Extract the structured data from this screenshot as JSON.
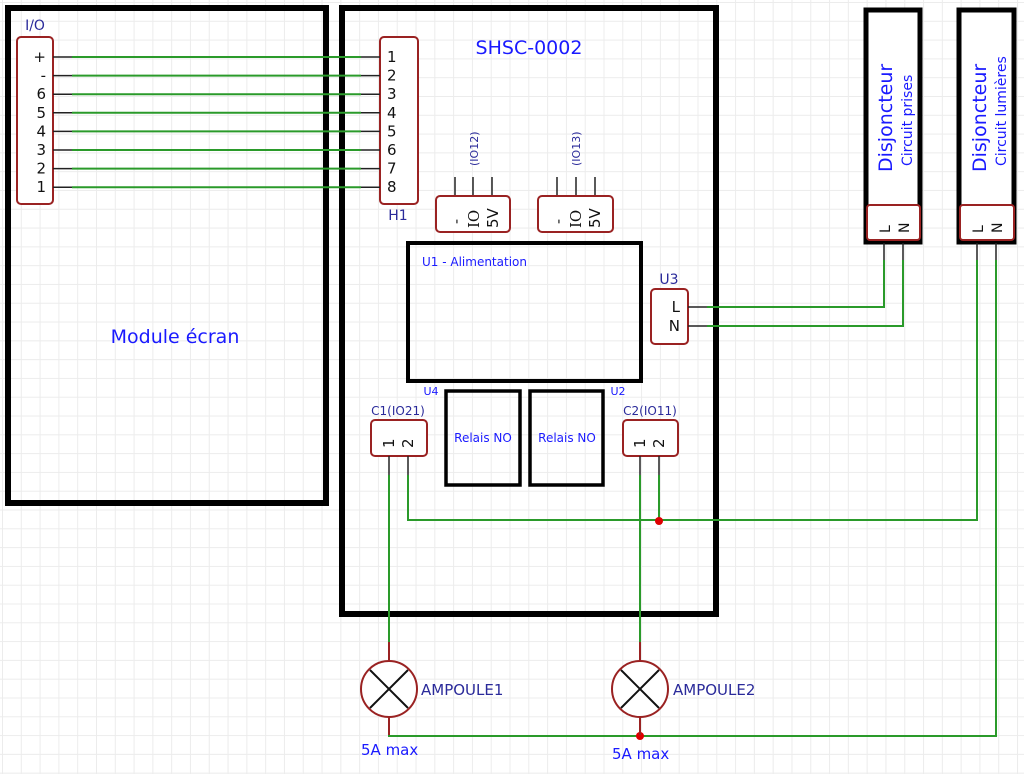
{
  "colors": {
    "wire": "#2a9a2a",
    "pin": "#222222",
    "connector_border": "#9a2222",
    "box_border": "#000000",
    "junction": "#dd0000",
    "label_blue": "#1a1aff",
    "label_navy": "#2a2a9a"
  },
  "module_ecran": {
    "title": "Module écran",
    "connector": {
      "label": "I/O",
      "pins": [
        "+",
        "-",
        "6",
        "5",
        "4",
        "3",
        "2",
        "1"
      ]
    }
  },
  "shsc": {
    "title": "SHSC-0002",
    "h1": {
      "label": "H1",
      "pins": [
        "1",
        "2",
        "3",
        "4",
        "5",
        "6",
        "7",
        "8"
      ]
    },
    "io_connectors": [
      {
        "label": "(IO12)",
        "pins": [
          "-",
          "IO",
          "5V"
        ]
      },
      {
        "label": "(IO13)",
        "pins": [
          "-",
          "IO",
          "5V"
        ]
      }
    ],
    "u1": {
      "label": "U1 - Alimentation"
    },
    "u3": {
      "label": "U3",
      "pins": [
        "L",
        "N"
      ]
    },
    "relays": [
      {
        "ref": "U4",
        "label": "Relais NO"
      },
      {
        "ref": "U2",
        "label": "Relais NO"
      }
    ],
    "contacts": [
      {
        "label": "C1(IO21)",
        "pins": [
          "1",
          "2"
        ]
      },
      {
        "label": "C2(IO11)",
        "pins": [
          "1",
          "2"
        ]
      }
    ]
  },
  "breakers": [
    {
      "title": "Disjoncteur",
      "subtitle": "Circuit prises",
      "pins": [
        "L",
        "N"
      ]
    },
    {
      "title": "Disjoncteur",
      "subtitle": "Circuit lumières",
      "pins": [
        "L",
        "N"
      ]
    }
  ],
  "bulbs": [
    {
      "label": "AMPOULE1",
      "rating": "5A max"
    },
    {
      "label": "AMPOULE2",
      "rating": "5A max"
    }
  ]
}
